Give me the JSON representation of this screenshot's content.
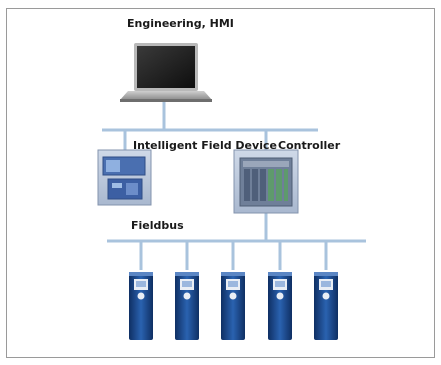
{
  "labels": {
    "engineering": "Engineering, HMI",
    "field_device": "Intelligent Field Device",
    "controller": "Controller",
    "fieldbus": "Fieldbus"
  },
  "colors": {
    "bus_line": "#a9c3dd",
    "border": "#9a9a9a",
    "drive_blue": "#1e4c8f"
  },
  "nodes": [
    {
      "name": "laptop-icon",
      "kind": "laptop"
    },
    {
      "name": "field-device-icon",
      "kind": "module"
    },
    {
      "name": "controller-icon",
      "kind": "rack"
    },
    {
      "name": "drive-icon",
      "kind": "drive",
      "count": 5
    }
  ]
}
